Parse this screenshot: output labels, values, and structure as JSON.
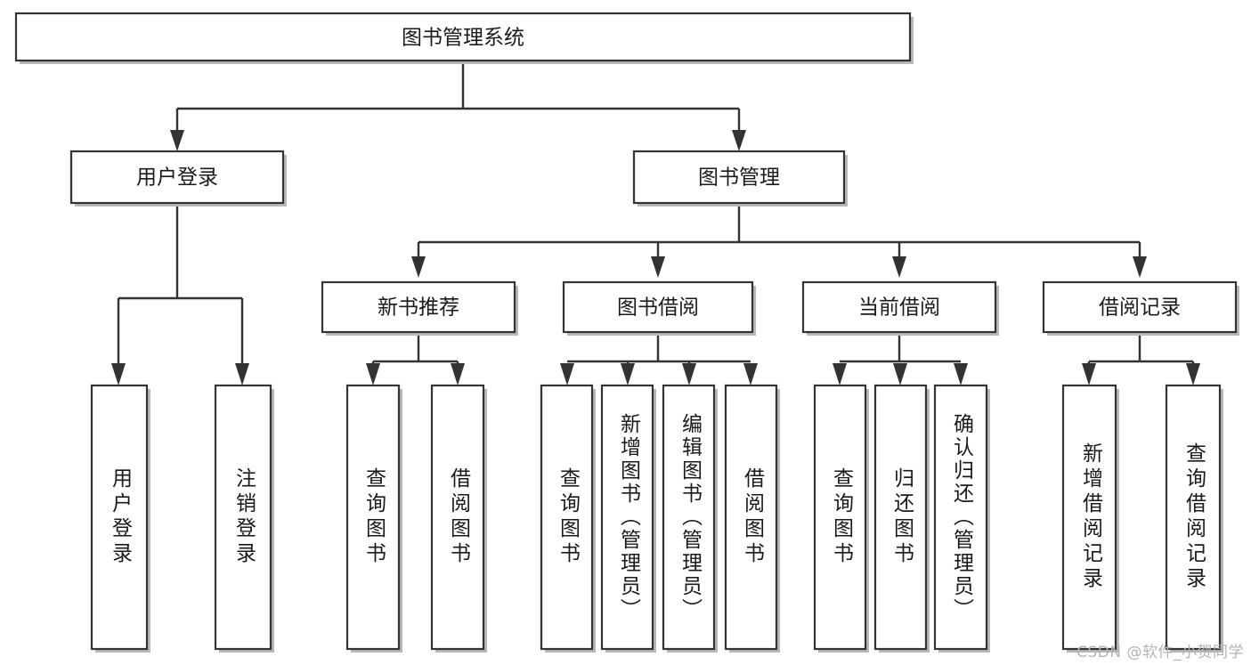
{
  "diagram": {
    "type": "hierarchy-tree",
    "title": "图书管理系统",
    "watermark": "CSDN @软件_小贺同学",
    "colors": {
      "background": "#ffffff",
      "box_stroke": "#333333",
      "box_fill": "#ffffff",
      "text": "#1a1a1a",
      "shadow": "#b8b8b8",
      "watermark": "#b4b4b4"
    },
    "levels": [
      {
        "level": 0,
        "nodes": [
          {
            "id": "root",
            "label": "图书管理系统",
            "orientation": "horizontal"
          }
        ]
      },
      {
        "level": 1,
        "nodes": [
          {
            "id": "login",
            "label": "用户登录",
            "orientation": "horizontal",
            "parent": "root"
          },
          {
            "id": "bookmgmt",
            "label": "图书管理",
            "orientation": "horizontal",
            "parent": "root"
          }
        ]
      },
      {
        "level": 2,
        "nodes": [
          {
            "id": "newbook",
            "label": "新书推荐",
            "orientation": "horizontal",
            "parent": "bookmgmt"
          },
          {
            "id": "borrow",
            "label": "图书借阅",
            "orientation": "horizontal",
            "parent": "bookmgmt"
          },
          {
            "id": "current",
            "label": "当前借阅",
            "orientation": "horizontal",
            "parent": "bookmgmt"
          },
          {
            "id": "records",
            "label": "借阅记录",
            "orientation": "horizontal",
            "parent": "bookmgmt"
          }
        ]
      },
      {
        "level": 3,
        "nodes": [
          {
            "id": "leaf1",
            "label": "用户登录",
            "orientation": "vertical",
            "parent": "login"
          },
          {
            "id": "leaf2",
            "label": "注销登录",
            "orientation": "vertical",
            "parent": "login"
          },
          {
            "id": "leaf3",
            "label": "查询图书",
            "orientation": "vertical",
            "parent": "newbook"
          },
          {
            "id": "leaf4",
            "label": "借阅图书",
            "orientation": "vertical",
            "parent": "newbook"
          },
          {
            "id": "leaf5",
            "label": "查询图书",
            "orientation": "vertical",
            "parent": "borrow"
          },
          {
            "id": "leaf6",
            "label": "新增图书（管理员）",
            "orientation": "vertical",
            "parent": "borrow"
          },
          {
            "id": "leaf7",
            "label": "编辑图书（管理员）",
            "orientation": "vertical",
            "parent": "borrow"
          },
          {
            "id": "leaf8",
            "label": "借阅图书",
            "orientation": "vertical",
            "parent": "borrow"
          },
          {
            "id": "leaf9",
            "label": "查询图书",
            "orientation": "vertical",
            "parent": "current"
          },
          {
            "id": "leaf10",
            "label": "归还图书",
            "orientation": "vertical",
            "parent": "current"
          },
          {
            "id": "leaf11",
            "label": "确认归还（管理员）",
            "orientation": "vertical",
            "parent": "current"
          },
          {
            "id": "leaf12",
            "label": "新增借阅记录",
            "orientation": "vertical",
            "parent": "records"
          },
          {
            "id": "leaf13",
            "label": "查询借阅记录",
            "orientation": "vertical",
            "parent": "records"
          }
        ]
      }
    ]
  }
}
